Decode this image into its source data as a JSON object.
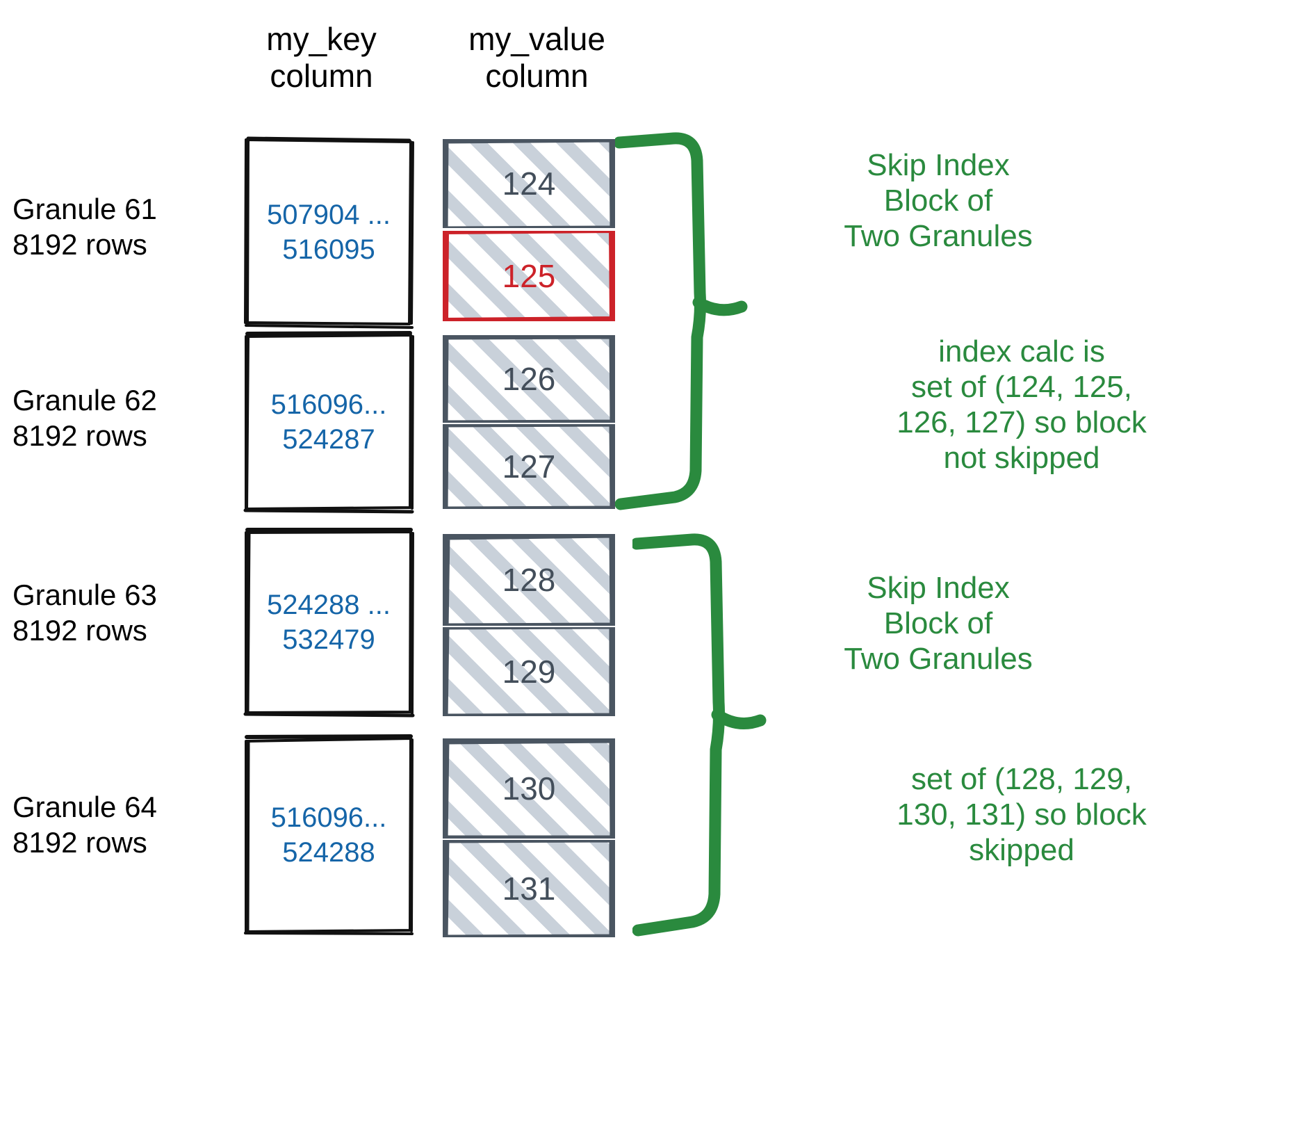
{
  "columns": {
    "key_header": "my_key\ncolumn",
    "value_header": "my_value\ncolumn"
  },
  "colors": {
    "key_text": "#1565a8",
    "value_text": "#434e5a",
    "highlight_red": "#cc2229",
    "annotation_green": "#2a8a3e",
    "hatch": "#c9d1da",
    "box_border": "#4a5561"
  },
  "granules": [
    {
      "label": "Granule 61\n8192 rows",
      "key_range": "507904 ...\n516095",
      "values": [
        {
          "text": "124",
          "highlighted": false
        },
        {
          "text": "125",
          "highlighted": true
        }
      ]
    },
    {
      "label": "Granule 62\n8192 rows",
      "key_range": "516096...\n524287",
      "values": [
        {
          "text": "126",
          "highlighted": false
        },
        {
          "text": "127",
          "highlighted": false
        }
      ]
    },
    {
      "label": "Granule 63\n8192 rows",
      "key_range": "524288 ...\n532479",
      "values": [
        {
          "text": "128",
          "highlighted": false
        },
        {
          "text": "129",
          "highlighted": false
        }
      ]
    },
    {
      "label": "Granule 64\n8192 rows",
      "key_range": "516096...\n524288",
      "values": [
        {
          "text": "130",
          "highlighted": false
        },
        {
          "text": "131",
          "highlighted": false
        }
      ]
    }
  ],
  "annotations": {
    "block_one_title": "Skip Index\nBlock of\nTwo Granules",
    "block_one_detail": "index calc is\nset of (124, 125,\n126, 127) so block\nnot skipped",
    "block_two_title": "Skip Index\nBlock of\nTwo Granules",
    "block_two_detail": "set of (128, 129,\n130, 131) so block\nskipped"
  }
}
